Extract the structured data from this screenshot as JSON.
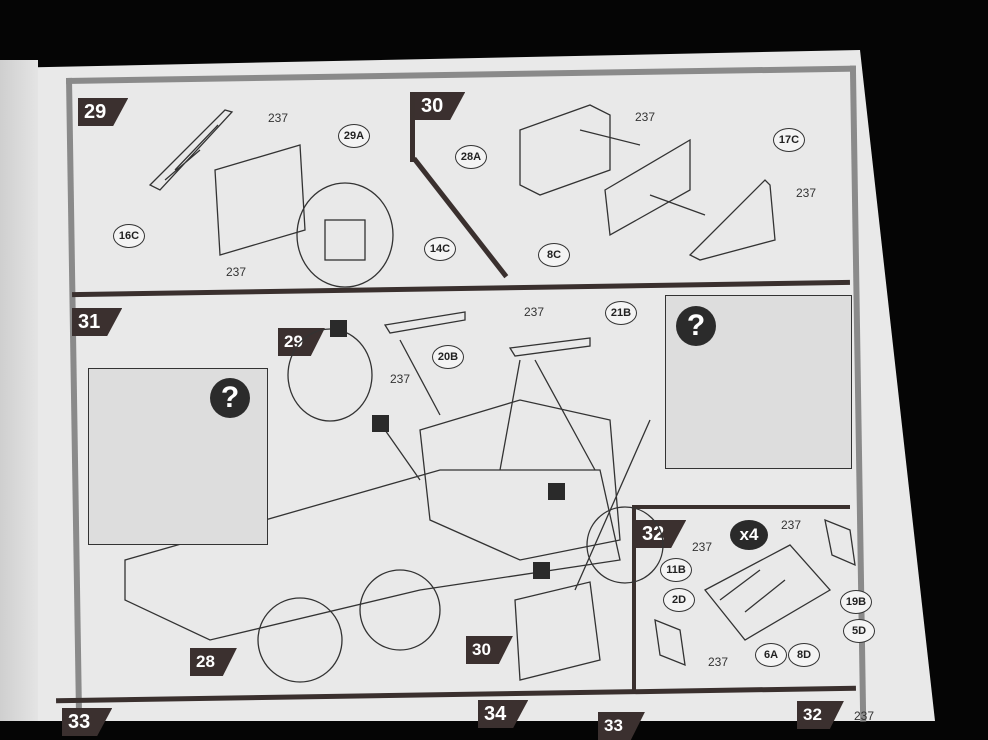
{
  "steps": {
    "s29": "29",
    "s30": "30",
    "s31": "31",
    "s32": "32",
    "sub29": "29",
    "sub28": "28",
    "sub30": "30",
    "b33": "33",
    "b34": "34",
    "b33b": "33",
    "b32b": "32"
  },
  "parts": {
    "p29A": "29A",
    "p16C": "16C",
    "p14C": "14C",
    "p28A": "28A",
    "p17C": "17C",
    "p8C": "8C",
    "p20B": "20B",
    "p21B": "21B",
    "p11B": "11B",
    "p2D": "2D",
    "p19B": "19B",
    "p5D": "5D",
    "p6A": "6A",
    "p8D": "8D"
  },
  "paint_code": "237",
  "multiplier": "x4",
  "question_mark": "?"
}
